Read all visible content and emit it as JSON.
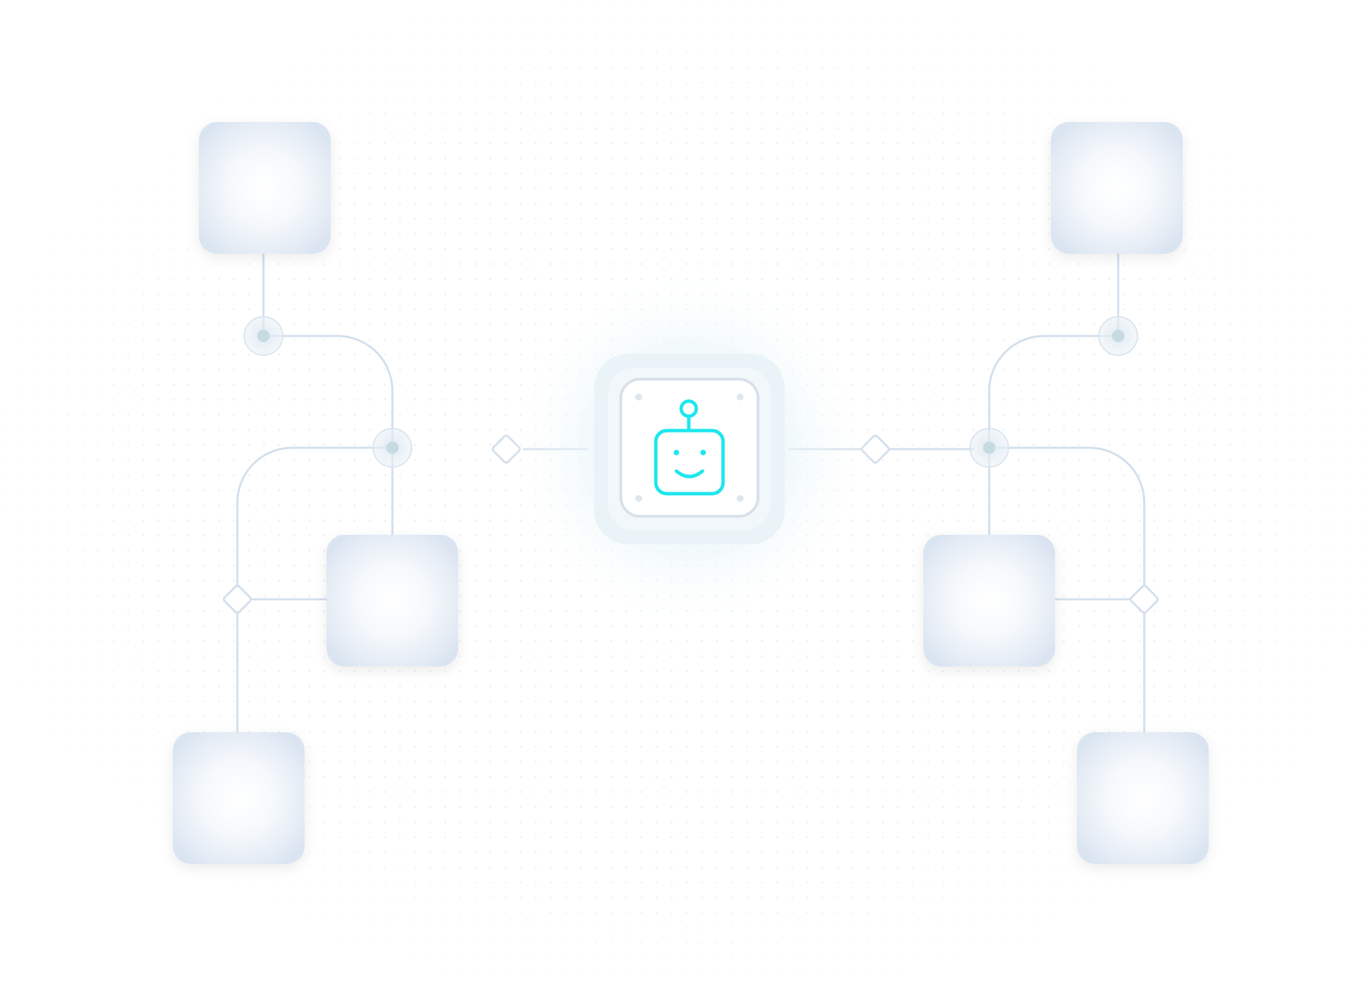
{
  "diagram": {
    "hub": {
      "icon": "robot-face-icon",
      "accent_color": "#1ee6ee"
    },
    "colors": {
      "connector": "#d3dfec",
      "junction_fill": "#c9dde3",
      "node_edge": "#d7e3ef",
      "background_dot": "#e6ecf2",
      "signal": "#6fe3ea"
    },
    "satellite_nodes": [
      {
        "name": "top-left"
      },
      {
        "name": "middle-left"
      },
      {
        "name": "bottom-left"
      },
      {
        "name": "top-right"
      },
      {
        "name": "middle-right"
      },
      {
        "name": "bottom-right"
      }
    ]
  }
}
